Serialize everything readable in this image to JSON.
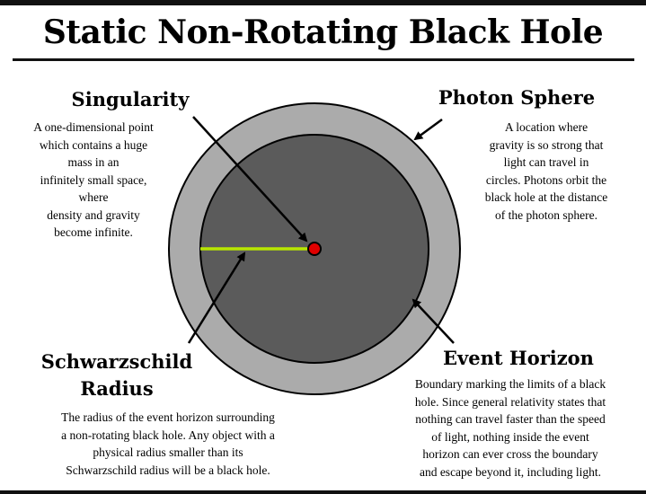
{
  "title": "Static Non-Rotating Black Hole",
  "labels": {
    "singularity": {
      "heading": "Singularity",
      "lines": [
        "A one-dimensional point",
        "which contains a huge",
        "mass in an",
        "infinitely small space,",
        "where",
        "density and gravity",
        "become infinite."
      ]
    },
    "photon_sphere": {
      "heading": "Photon Sphere",
      "lines": [
        "A location where",
        "gravity is so strong that",
        "light can travel in",
        "circles. Photons orbit the",
        "black hole at the distance",
        "of the photon sphere."
      ]
    },
    "schwarzschild_radius": {
      "heading_lines": [
        "Schwarzschild",
        "Radius"
      ],
      "lines": [
        "The radius of the event horizon surrounding",
        "a non-rotating black hole. Any object with a",
        "physical radius smaller than its",
        "Schwarzschild radius will be a black hole."
      ]
    },
    "event_horizon": {
      "heading": "Event Horizon",
      "lines": [
        "Boundary marking the limits of a black",
        "hole. Since general relativity states that",
        "nothing can travel faster than the speed",
        "of light, nothing inside the event",
        "horizon can ever cross the boundary",
        "and escape beyond it, including light."
      ]
    }
  },
  "colors": {
    "photon_sphere_fill": "#ababab",
    "event_horizon_fill": "#5b5b5b",
    "singularity_fill": "#e00000",
    "radius_line": "#b8e600",
    "outline": "#000000"
  }
}
